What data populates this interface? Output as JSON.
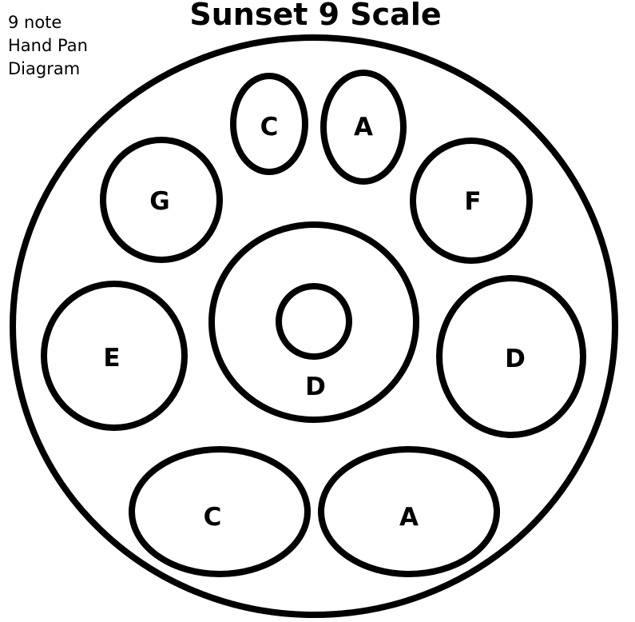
{
  "title": "Sunset 9 Scale",
  "subtitle": [
    "9 note",
    "Hand Pan",
    "Diagram"
  ],
  "notes": {
    "top_left": "C",
    "top_right": "A",
    "upper_left": "G",
    "upper_right": "F",
    "left": "E",
    "center": "D",
    "right": "D",
    "bottom_left": "C",
    "bottom_right": "A"
  }
}
